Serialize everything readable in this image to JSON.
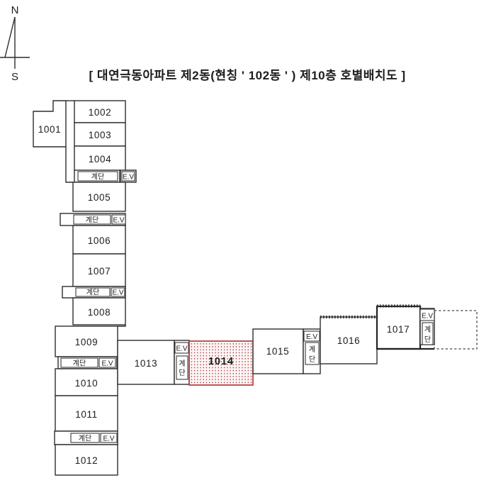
{
  "title": "[ 대연극동아파트 제2동(현칭 ' 102동 ' ) 제10층 호별배치도 ]",
  "compass": {
    "north": "N",
    "south": "S"
  },
  "labels": {
    "stairs": "계단",
    "elevator": "E.V",
    "stairs_v_top": "계",
    "stairs_v_bottom": "단"
  },
  "colors": {
    "highlight_text": "#c42222",
    "highlight_border": "#b03030",
    "highlight_dot": "#a83434",
    "line": "#2d2d2d"
  },
  "units": [
    {
      "id": "1001",
      "label": "1001",
      "highlighted": false
    },
    {
      "id": "1002",
      "label": "1002",
      "highlighted": false
    },
    {
      "id": "1003",
      "label": "1003",
      "highlighted": false
    },
    {
      "id": "1004",
      "label": "1004",
      "highlighted": false
    },
    {
      "id": "1005",
      "label": "1005",
      "highlighted": false
    },
    {
      "id": "1006",
      "label": "1006",
      "highlighted": false
    },
    {
      "id": "1007",
      "label": "1007",
      "highlighted": false
    },
    {
      "id": "1008",
      "label": "1008",
      "highlighted": false
    },
    {
      "id": "1009",
      "label": "1009",
      "highlighted": false
    },
    {
      "id": "1010",
      "label": "1010",
      "highlighted": false
    },
    {
      "id": "1011",
      "label": "1011",
      "highlighted": false
    },
    {
      "id": "1012",
      "label": "1012",
      "highlighted": false
    },
    {
      "id": "1013",
      "label": "1013",
      "highlighted": false
    },
    {
      "id": "1014",
      "label": "1014",
      "highlighted": true
    },
    {
      "id": "1015",
      "label": "1015",
      "highlighted": false
    },
    {
      "id": "1016",
      "label": "1016",
      "highlighted": false
    },
    {
      "id": "1017",
      "label": "1017",
      "highlighted": false
    }
  ]
}
